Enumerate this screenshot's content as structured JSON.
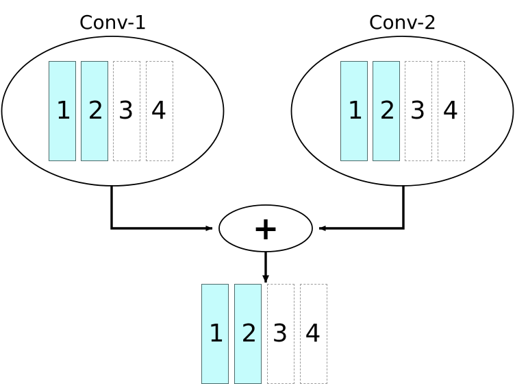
{
  "figure": {
    "title_top_left": "Conv-1",
    "title_top_right": "Conv-2",
    "operator_symbol": "+"
  },
  "colors": {
    "active_fill": "#c5fcfc",
    "active_stroke": "#4c6a6a",
    "inactive_stroke": "#9a9a9a",
    "line": "#000000",
    "text": "#000000",
    "background": "#ffffff"
  },
  "groups": [
    {
      "name": "conv-1",
      "label": "Conv-1",
      "channels": [
        {
          "label": "1",
          "state": "active"
        },
        {
          "label": "2",
          "state": "active"
        },
        {
          "label": "3",
          "state": "inactive"
        },
        {
          "label": "4",
          "state": "inactive"
        }
      ]
    },
    {
      "name": "conv-2",
      "label": "Conv-2",
      "channels": [
        {
          "label": "1",
          "state": "active"
        },
        {
          "label": "2",
          "state": "active"
        },
        {
          "label": "3",
          "state": "inactive"
        },
        {
          "label": "4",
          "state": "inactive"
        }
      ]
    }
  ],
  "sum_node": {
    "label": "+"
  },
  "output": {
    "name": "output-block",
    "channels": [
      {
        "label": "1",
        "state": "active"
      },
      {
        "label": "2",
        "state": "active"
      },
      {
        "label": "3",
        "state": "inactive"
      },
      {
        "label": "4",
        "state": "inactive"
      }
    ]
  }
}
